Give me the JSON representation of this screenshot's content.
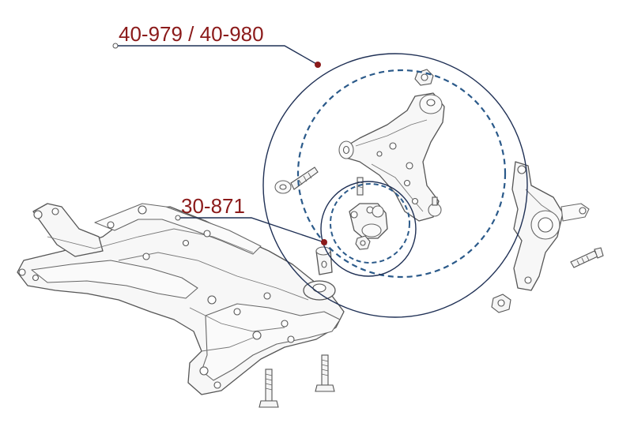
{
  "callouts": [
    {
      "id": "control-arm",
      "part_number": "40-979 / 40-980"
    },
    {
      "id": "ball-joint",
      "part_number": "30-871"
    }
  ],
  "colors": {
    "label_text": "#8b1a1a",
    "leader_line": "#1f3055",
    "solid_circle": "#1f3055",
    "dashed_circle": "#2b5a8a",
    "marker_dot": "#8b1a1a",
    "part_outline": "#555555"
  }
}
